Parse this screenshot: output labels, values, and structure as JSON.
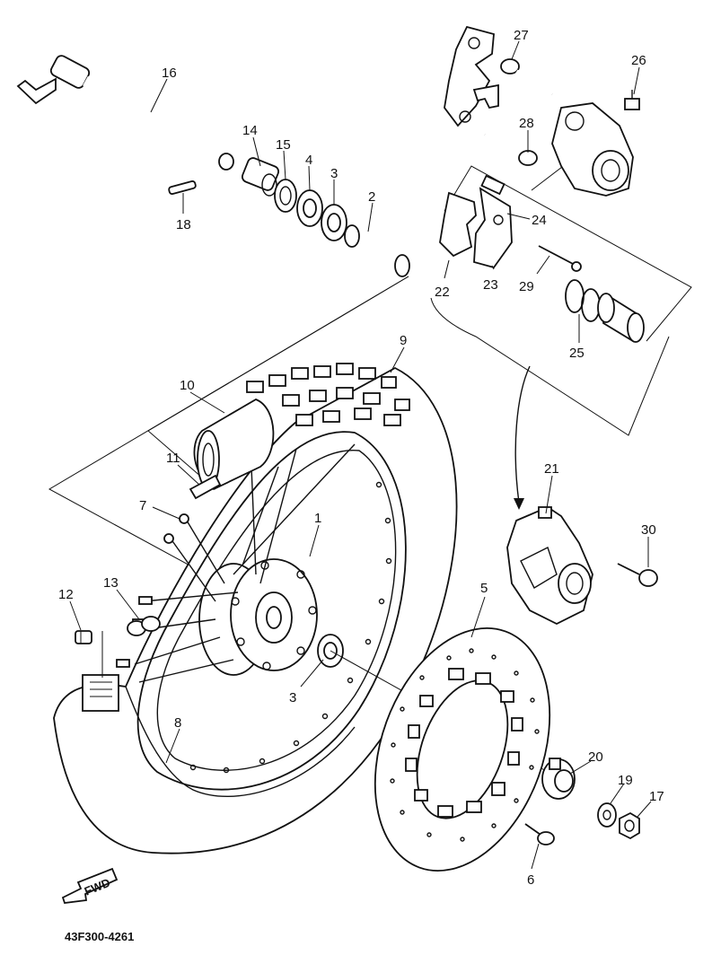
{
  "diagram": {
    "reference_code": "43F300-4261",
    "fwd_label": "FWD",
    "callouts": {
      "c1": "1",
      "c2": "2",
      "c3a": "3",
      "c3b": "3",
      "c4": "4",
      "c5": "5",
      "c6": "6",
      "c7": "7",
      "c8": "8",
      "c9": "9",
      "c10": "10",
      "c11": "11",
      "c12": "12",
      "c13": "13",
      "c14": "14",
      "c15": "15",
      "c16": "16",
      "c17": "17",
      "c18": "18",
      "c19": "19",
      "c20": "20",
      "c21": "21",
      "c22": "22",
      "c23": "23",
      "c24": "24",
      "c25": "25",
      "c26": "26",
      "c27": "27",
      "c28": "28",
      "c29": "29",
      "c30": "30"
    }
  }
}
